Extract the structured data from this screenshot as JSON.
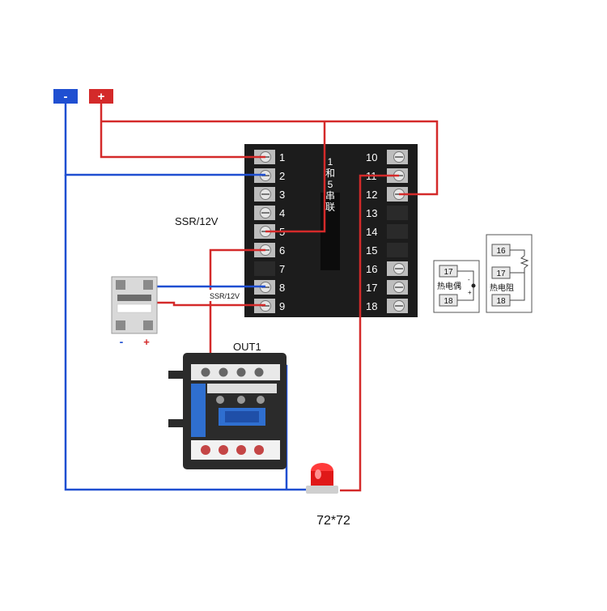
{
  "supply": {
    "minus_label": "-",
    "plus_label": "+"
  },
  "colors": {
    "negative_wire": "#1f4fd1",
    "positive_wire": "#d42a2a",
    "controller_body": "#1c1c1c",
    "lamp": "#e01818"
  },
  "controller": {
    "left_terminals": [
      "1",
      "2",
      "3",
      "4",
      "5",
      "6",
      "7",
      "8",
      "9"
    ],
    "right_terminals": [
      "10",
      "11",
      "12",
      "13",
      "14",
      "15",
      "16",
      "17",
      "18"
    ],
    "series_note": [
      "1",
      "和",
      "5",
      "串",
      "联"
    ]
  },
  "labels": {
    "ssr_side": "SSR/12V",
    "ssr_wire": "SSR/12V",
    "out1": "OUT1",
    "lamp_caption": "72*72"
  },
  "ssr": {
    "minus_label": "-",
    "plus_label": "+"
  },
  "sensors": {
    "thermocouple": {
      "top": "17",
      "bottom": "18",
      "label": "热电偶"
    },
    "rtd": {
      "top": "16",
      "middle": "17",
      "bottom": "18",
      "label": "热电阻"
    }
  }
}
